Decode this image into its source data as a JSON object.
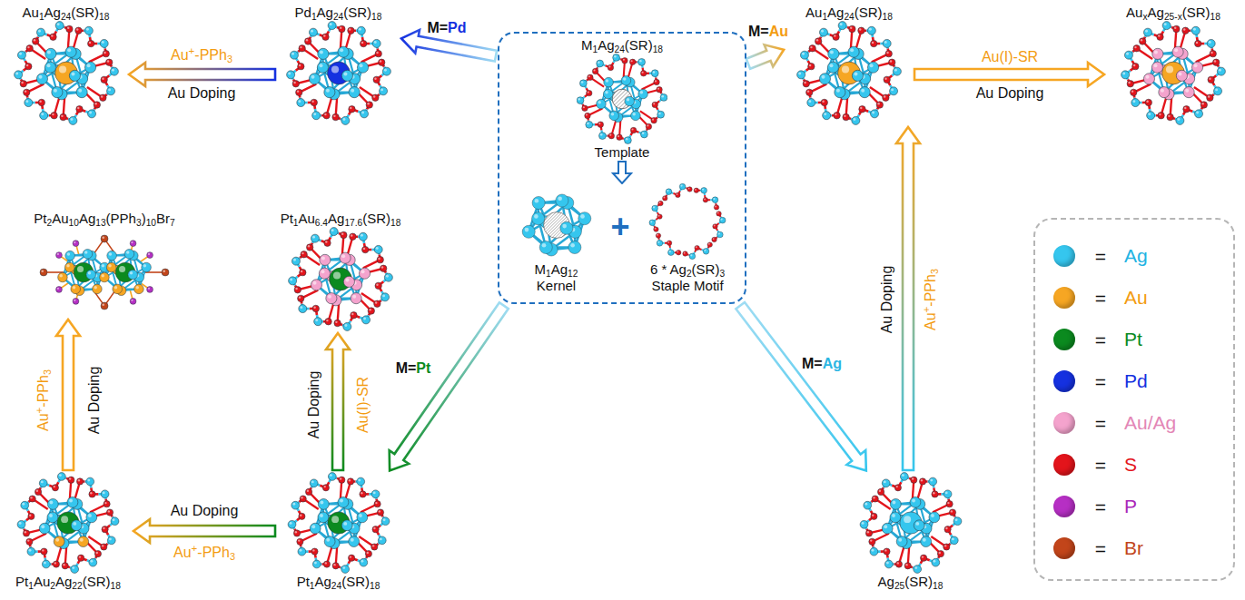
{
  "diagram": {
    "nodes": [
      {
        "text": [
          "M1Ag24(SR)18",
          "Template"
        ]
      },
      {
        "text": [
          "M1Ag12 Kernel"
        ],
        "in": 0
      },
      {
        "text": [
          "6 * Ag2(SR)3 Staple Motif"
        ],
        "in": 0
      },
      {
        "text": [
          "Pd1Ag24(SR)18"
        ]
      },
      {
        "text": [
          "Au1Ag24(SR)18"
        ]
      },
      {
        "text": [
          "Au1Ag24(SR)18"
        ]
      },
      {
        "text": [
          "AuxAg25-x(SR)18"
        ]
      },
      {
        "text": [
          "Ag25(SR)18"
        ]
      },
      {
        "text": [
          "Pt1Ag24(SR)18"
        ]
      },
      {
        "text": [
          "Pt1Au2Ag22(SR)18"
        ]
      },
      {
        "text": [
          "Pt1Au6.4Ag17.6(SR)18"
        ]
      },
      {
        "text": [
          "Pt2Au10Ag13(PPh3)10Br7"
        ]
      }
    ],
    "edges": [
      {
        "from": 0,
        "to": 3,
        "arrow": "to",
        "label": "M=Pd"
      },
      {
        "from": 3,
        "to": 4,
        "arrow": "to",
        "label": "Au+-PPh3"
      },
      {
        "from": 0,
        "to": 5,
        "arrow": "to",
        "label": "M=Au"
      },
      {
        "from": 5,
        "to": 6,
        "arrow": "to",
        "label": "Au(I)-SR"
      },
      {
        "from": 0,
        "to": 7,
        "arrow": "to",
        "label": "M=Ag"
      },
      {
        "from": 7,
        "to": 5,
        "arrow": "to",
        "label": "Au+-PPh3"
      },
      {
        "from": 0,
        "to": 8,
        "arrow": "to",
        "label": "M=Pt"
      },
      {
        "from": 8,
        "to": 9,
        "arrow": "to",
        "label": "Au+-PPh3"
      },
      {
        "from": 8,
        "to": 10,
        "arrow": "to",
        "label": "Au(I)-SR"
      },
      {
        "from": 9,
        "to": 11,
        "arrow": "to",
        "label": "Au+-PPh3"
      }
    ],
    "labels": [
      "Au Doping",
      "Au Doping",
      "Au Doping",
      "Au Doping",
      "Au Doping",
      "Au Doping",
      "+",
      "=",
      "=",
      "=",
      "=",
      "=",
      "=",
      "=",
      "="
    ],
    "legend": [
      {
        "text": "Ag",
        "color": "#35c6ee"
      },
      {
        "text": "Au",
        "color": "#f6a623"
      },
      {
        "text": "Pt",
        "color": "#0b8a1f"
      },
      {
        "text": "Pd",
        "color": "#1531e0"
      },
      {
        "text": "Au/Ag",
        "color": "#f4a3cd"
      },
      {
        "text": "S",
        "color": "#e3141b"
      },
      {
        "text": "P",
        "color": "#b62fc4"
      },
      {
        "text": "Br",
        "color": "#c2451a"
      }
    ]
  }
}
